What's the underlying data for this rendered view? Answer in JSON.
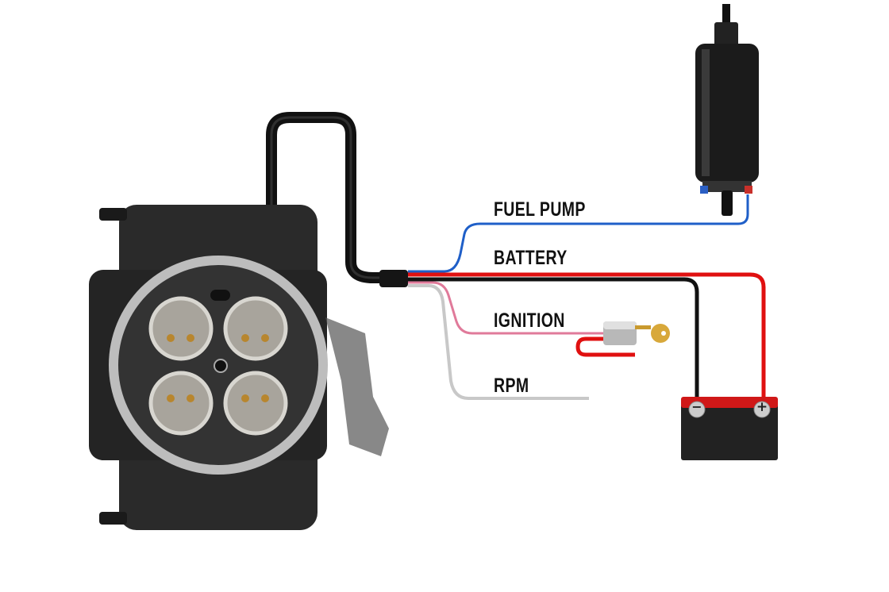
{
  "labels": {
    "fuel_pump": "FUEL PUMP",
    "battery": "BATTERY",
    "ignition": "IGNITION",
    "rpm": "RPM"
  },
  "battery_terminals": {
    "negative": "−",
    "positive": "+"
  },
  "colors": {
    "fuel_pump_wire": "#1f5fc8",
    "battery_positive_wire": "#e01010",
    "battery_negative_wire": "#111111",
    "ignition_wire": "#e07a9a",
    "rpm_wire": "#d0d0d0",
    "throttle_body": "#2a2a2a"
  }
}
